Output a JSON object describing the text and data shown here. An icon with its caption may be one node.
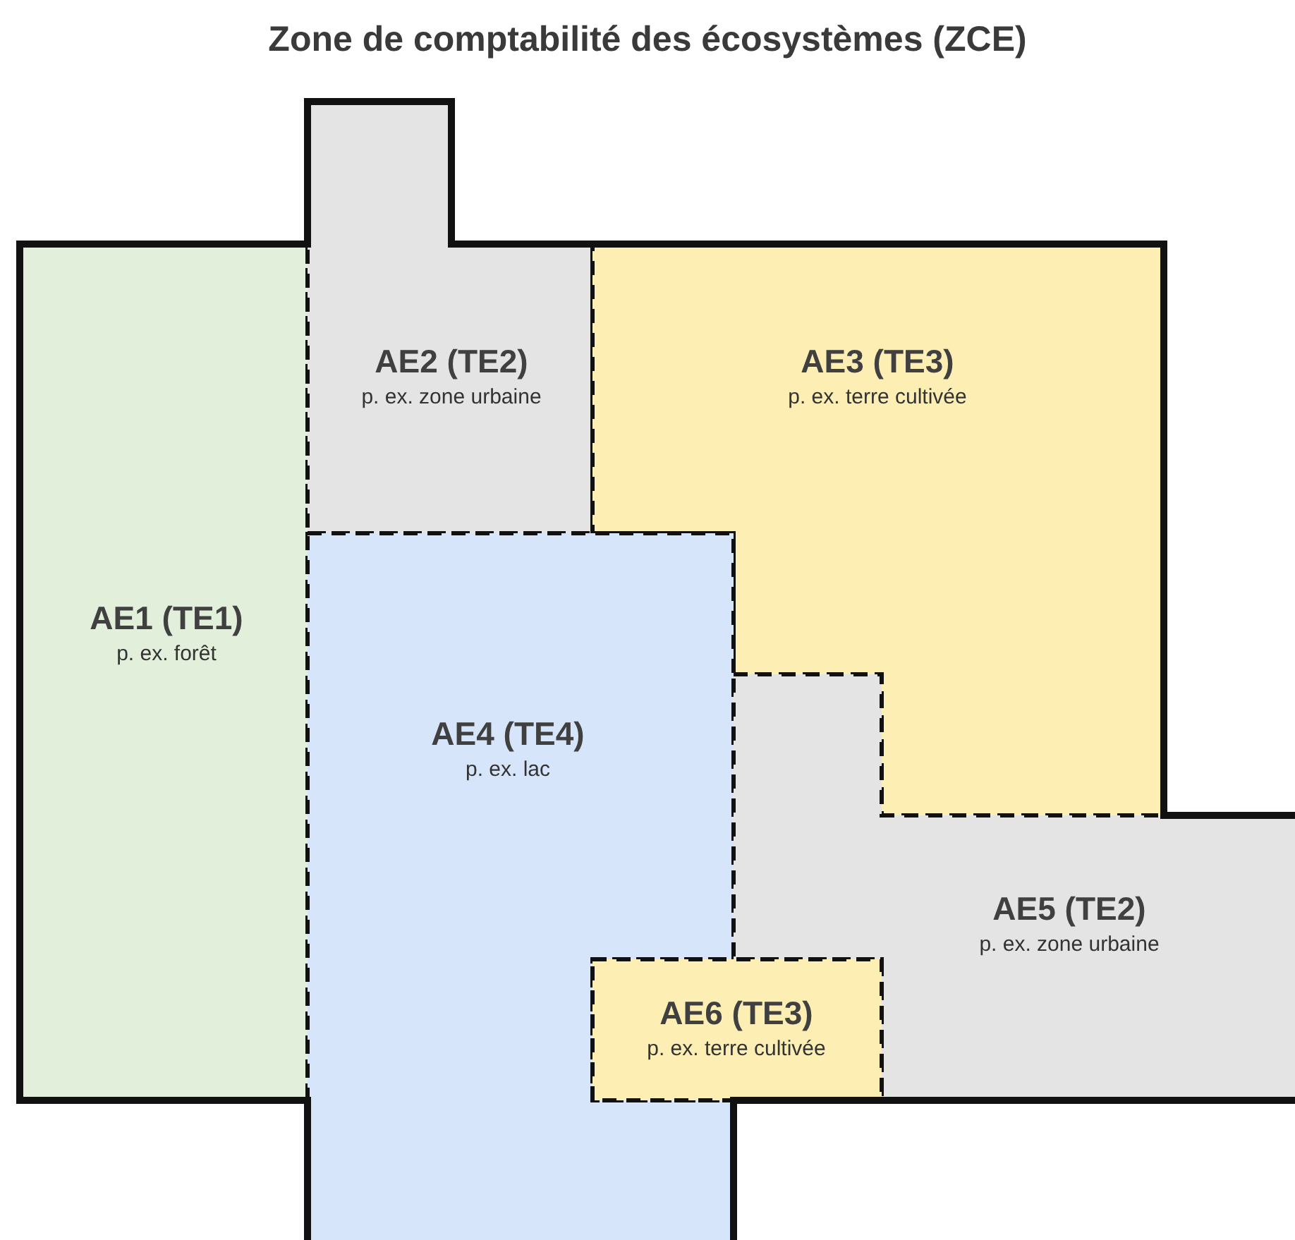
{
  "diagram": {
    "title": "Zone de comptabilité des écosystèmes (ZCE)",
    "nodes": [
      {
        "text": [
          "AE1 (TE1)",
          "p. ex. forêt"
        ]
      },
      {
        "text": [
          "AE2 (TE2)",
          "p. ex. zone urbaine"
        ]
      },
      {
        "text": [
          "AE3 (TE3)",
          "p. ex. terre cultivée"
        ]
      },
      {
        "text": [
          "AE4 (TE4)",
          "p. ex. lac"
        ]
      },
      {
        "text": [
          "AE5 (TE2)",
          "p. ex. zone urbaine"
        ]
      },
      {
        "text": [
          "AE6 (TE3)",
          "p. ex. terre cultivée"
        ]
      }
    ]
  }
}
